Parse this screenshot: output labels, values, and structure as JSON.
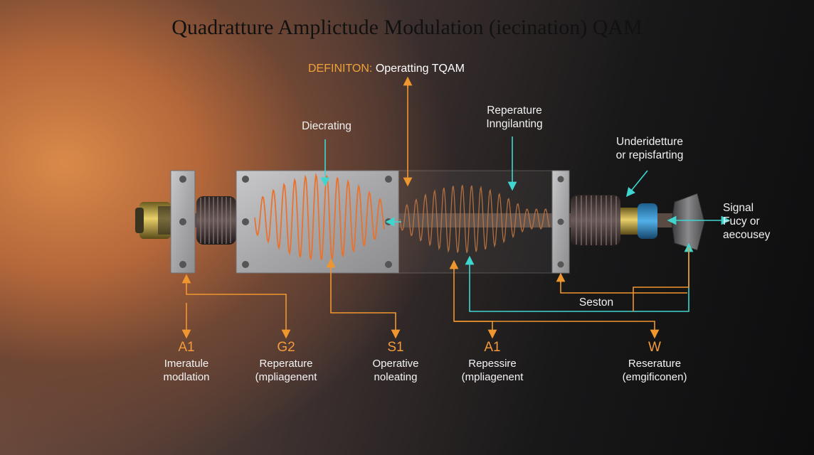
{
  "title": "Quadratture Amplictude Modulation (iecination) QAM",
  "definition": {
    "keyword": "DEFINITON:",
    "text": "Operatting TQAM"
  },
  "labels": {
    "decrating": "Diecrating",
    "reperature_line1": "Reperature",
    "reperature_line2": "Inngilanting",
    "underid_line1": "Underidetture",
    "underid_line2": "or repisfarting",
    "signal_line1": "Signal",
    "signal_line2": "Fucy or",
    "signal_line3": "aecousey",
    "seston": "Seston"
  },
  "bottom": [
    {
      "code": "A1",
      "line1": "Imeratule",
      "line2": "modlation"
    },
    {
      "code": "G2",
      "line1": "Reperature",
      "line2": "(mpliagenent"
    },
    {
      "code": "S1",
      "line1": "Operative",
      "line2": "noleating"
    },
    {
      "code": "A1",
      "line1": "Repessire",
      "line2": "(mpliagenent"
    },
    {
      "code": "W",
      "line1": "Reserature",
      "line2": "(emgificonen)"
    }
  ],
  "colors": {
    "accent_orange": "#f0962f",
    "accent_teal": "#3fd6d0",
    "wave": "#e8722e"
  }
}
